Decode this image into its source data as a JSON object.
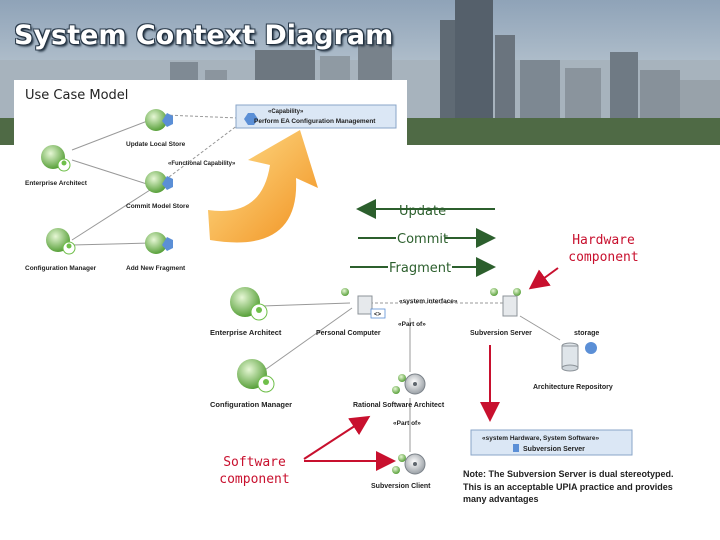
{
  "slide": {
    "title": "System Context Diagram"
  },
  "use_case": {
    "title": "Use Case Model",
    "capability_stereotype": "«Capability»",
    "capability_name": "Perform EA Configuration Management",
    "functional_capability_stereotype": "«Functional Capability»",
    "use_cases": [
      "Update Local Store",
      "Commit Model Store",
      "Add New Fragment"
    ],
    "actors": [
      "Enterprise Architect",
      "Configuration Manager"
    ]
  },
  "flows": {
    "update": "Update",
    "commit": "Commit",
    "fragment": "Fragment"
  },
  "context": {
    "actor_1": "Enterprise Architect",
    "actor_2": "Configuration Manager",
    "personal_computer": "Personal Computer",
    "system_interface": "«system interface»",
    "subversion_server": "Subversion Server",
    "part_of_1": "«Part of»",
    "part_of_2": "«Part of»",
    "storage": "storage",
    "architecture_repository": "Architecture Repository",
    "rational_software_architect": "Rational Software Architect",
    "subversion_client": "Subversion Client",
    "server_box_stereotype": "«system Hardware, System Software»",
    "server_box_name": "Subversion Server"
  },
  "annotations": {
    "hardware_line1": "Hardware",
    "hardware_line2": "component",
    "software_line1": "Software",
    "software_line2": "component"
  },
  "note": {
    "line1": "Note: The Subversion Server is dual stereotyped.",
    "line2": "This is an acceptable UPIA practice and provides",
    "line3": "many advantages"
  },
  "colors": {
    "title_text": "#ffffff",
    "flow_arrow": "#2c5f2d",
    "annotation_red": "#c8102e",
    "orange_arrow": "#f5a623",
    "usecase_green": "#6fbf4a",
    "hexagon_blue": "#5b8fd6"
  }
}
